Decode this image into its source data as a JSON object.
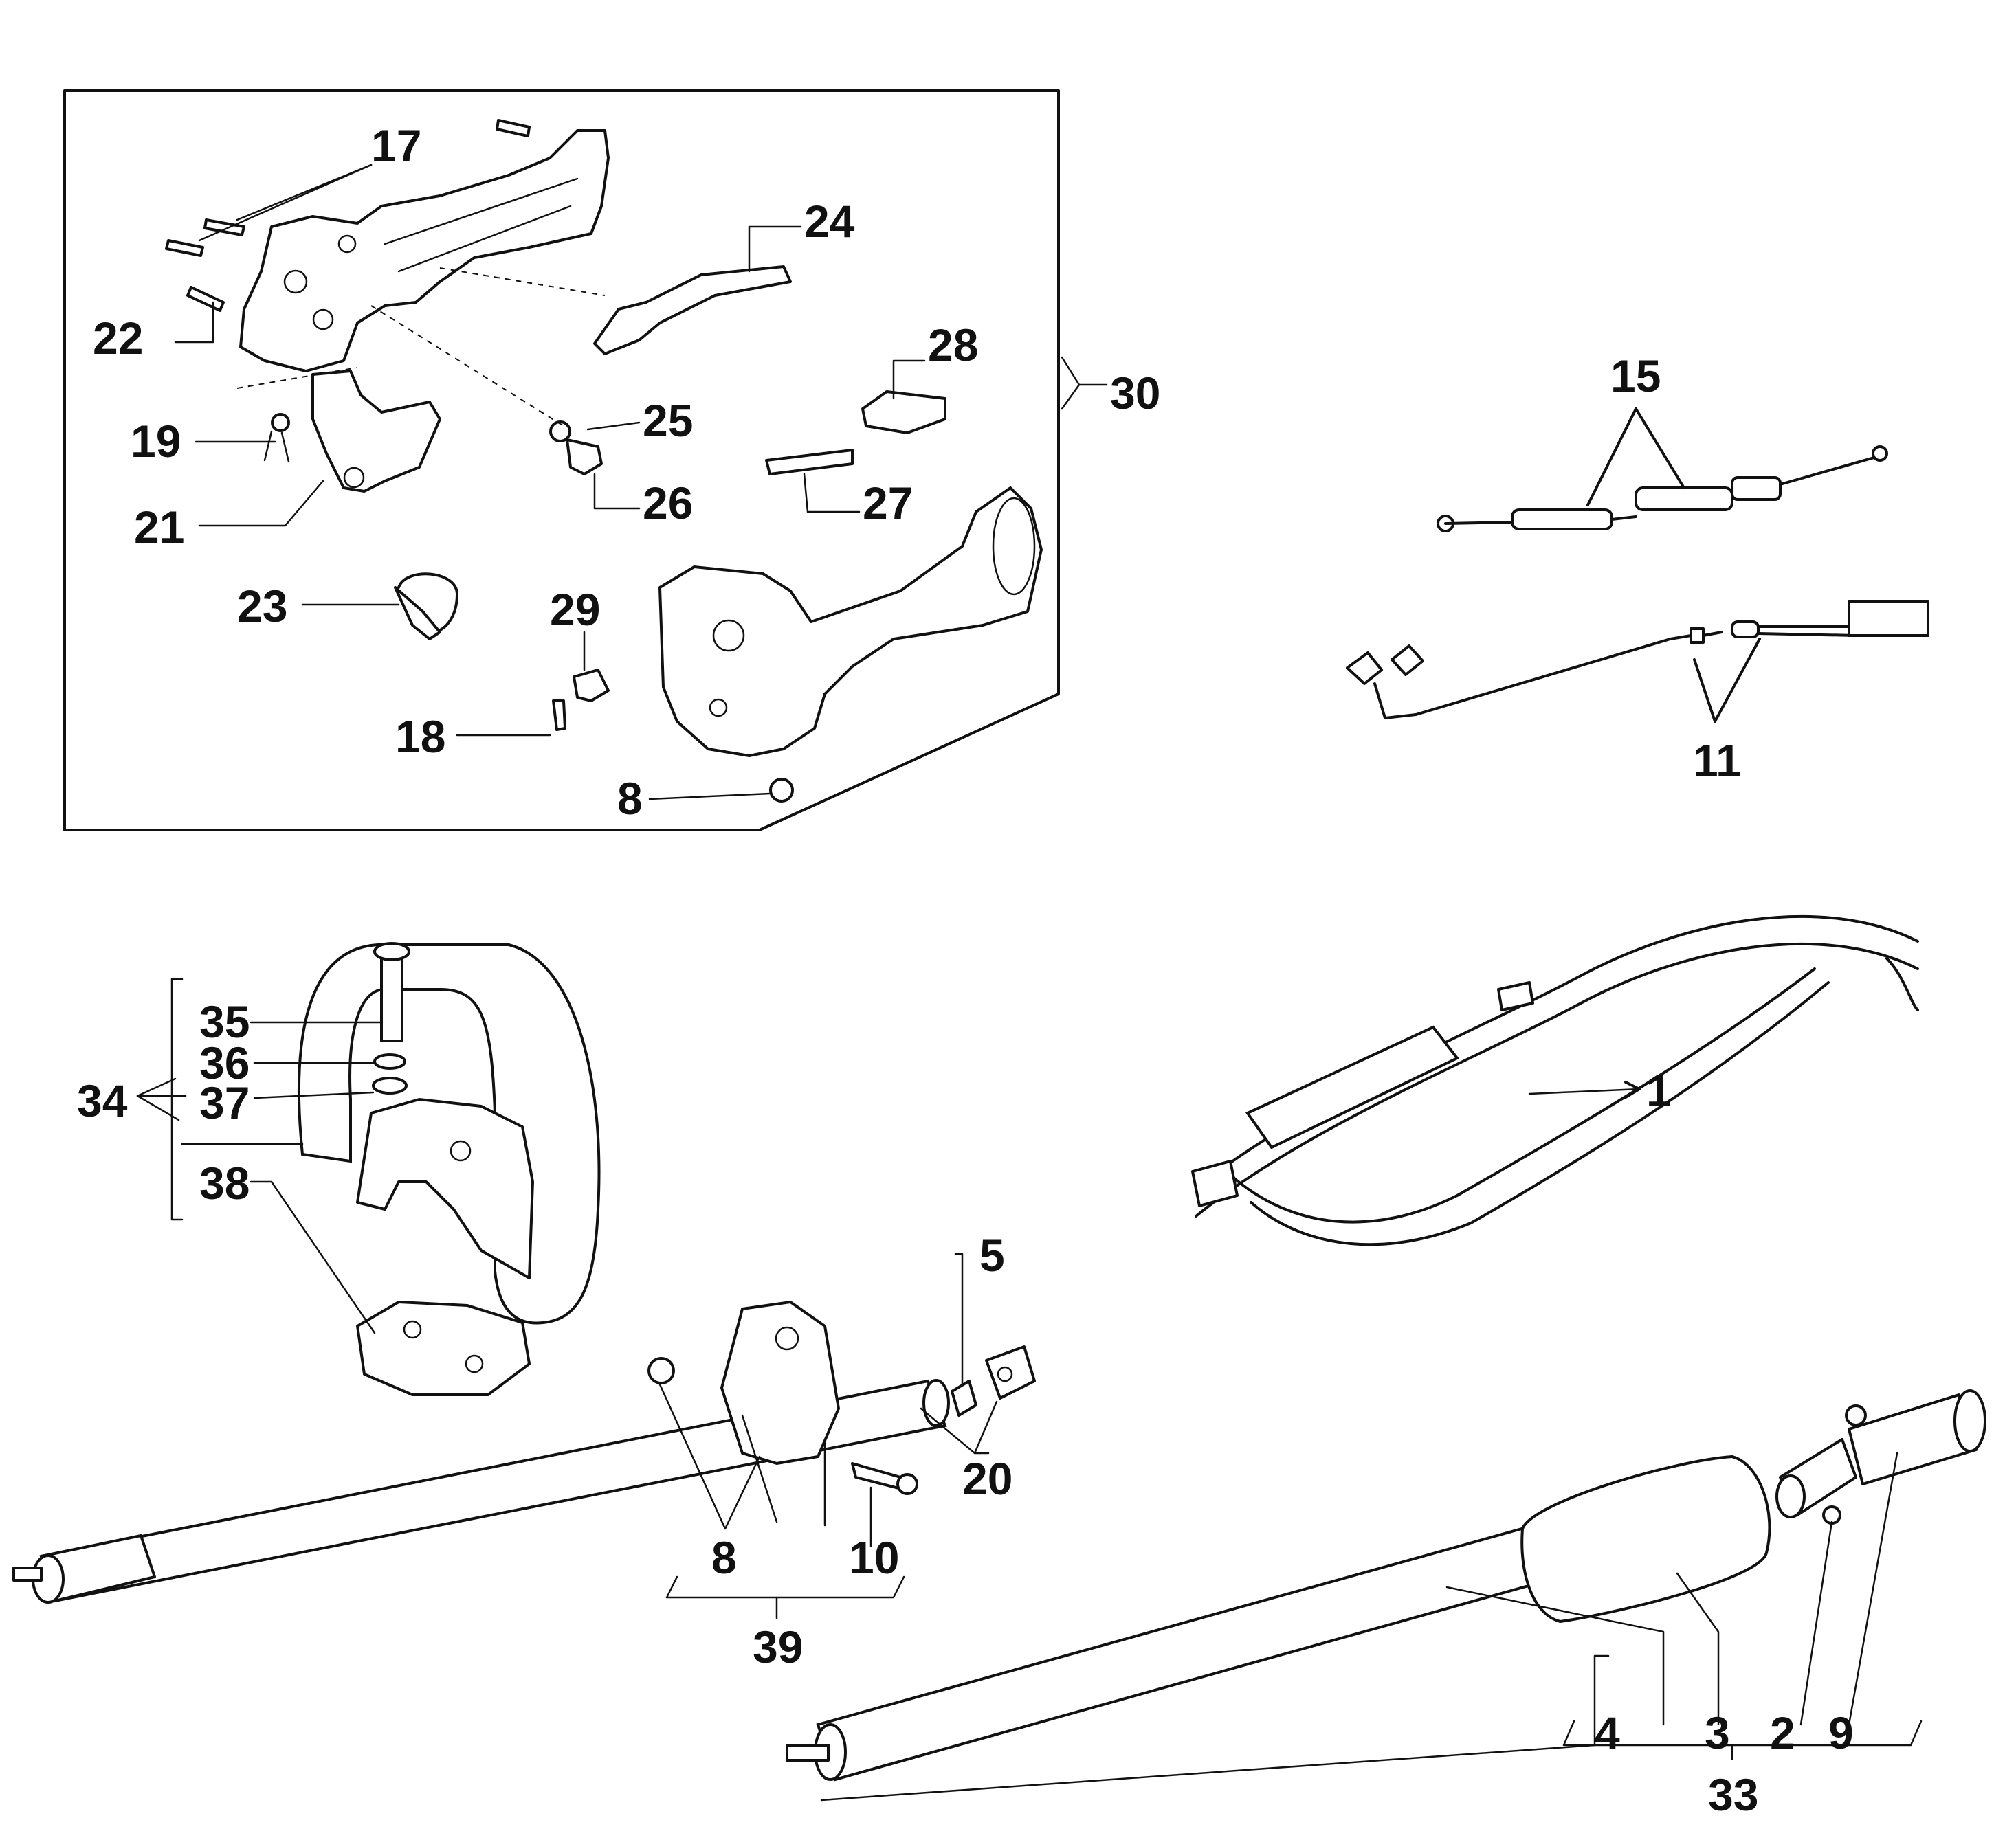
{
  "labels": {
    "l17": "17",
    "l24": "24",
    "l22": "22",
    "l28": "28",
    "l30": "30",
    "l25": "25",
    "l19": "19",
    "l26": "26",
    "l27": "27",
    "l21": "21",
    "l23": "23",
    "l29": "29",
    "l18": "18",
    "l8a": "8",
    "l15": "15",
    "l11": "11",
    "l35": "35",
    "l36": "36",
    "l37": "37",
    "l34": "34",
    "l38": "38",
    "l1": "1",
    "l5": "5",
    "l20": "20",
    "l8b": "8",
    "l10": "10",
    "l39": "39",
    "l4": "4",
    "l3": "3",
    "l2": "2",
    "l9": "9",
    "l33": "33"
  },
  "icons": {
    "handle-housing": "handle-housing-icon",
    "bike-handle": "bike-handle-icon",
    "shaft-tube": "shaft-tube-icon",
    "drive-tube": "drive-tube-icon",
    "harness-strap": "harness-strap-icon",
    "throttle-cable": "throttle-cable-icon",
    "wire-harness": "wire-harness-icon"
  }
}
